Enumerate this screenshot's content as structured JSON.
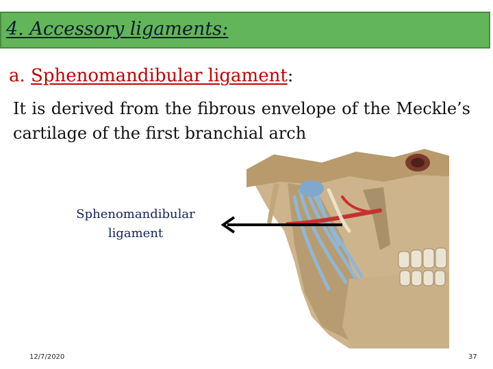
{
  "slide": {
    "title": "4. Accessory ligaments:",
    "subhead_prefix": "a. ",
    "subhead_name": "Sphenomandibular ligament",
    "subhead_suffix": ":",
    "body": "It is derived from the fibrous envelope of the Meckle’s cartilage of the first branchial arch",
    "figure_label_line1": "Sphenomandibular",
    "figure_label_line2": "ligament",
    "date": "12/7/2020",
    "page_number": "37"
  },
  "figure": {
    "icon": "skull-mandible-illustration",
    "bone_color": "#cdb48c",
    "ligament_color": "#8fb7d6",
    "artery_color": "#c8312f"
  },
  "colors": {
    "title_bar": "#62b558",
    "title_text": "#0b1a33",
    "accent_red": "#c00000",
    "label_blue": "#10205e"
  }
}
